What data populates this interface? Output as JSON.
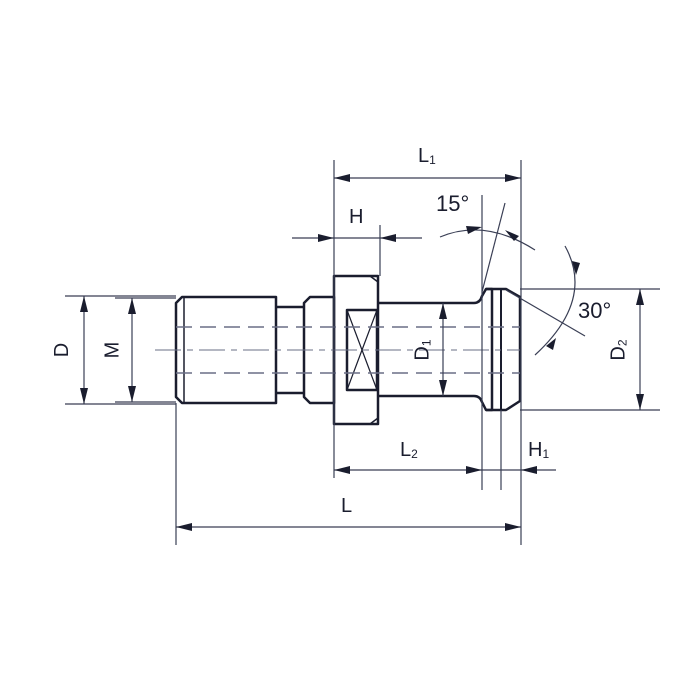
{
  "drawing": {
    "title": "Pull stud / retention knob dimension drawing",
    "colors": {
      "line": "#1a1d2e",
      "dim_line": "#3a3f55",
      "background": "#ffffff"
    },
    "labels": {
      "L": {
        "main": "L",
        "sub": ""
      },
      "L1": {
        "main": "L",
        "sub": "1"
      },
      "L2": {
        "main": "L",
        "sub": "2"
      },
      "H": {
        "main": "H",
        "sub": ""
      },
      "H1": {
        "main": "H",
        "sub": "1"
      },
      "D": {
        "main": "D",
        "sub": ""
      },
      "M": {
        "main": "M",
        "sub": ""
      },
      "D1": {
        "main": "D",
        "sub": "1"
      },
      "D2": {
        "main": "D",
        "sub": "2"
      }
    },
    "angles": {
      "top": "15°",
      "side": "30°"
    }
  }
}
